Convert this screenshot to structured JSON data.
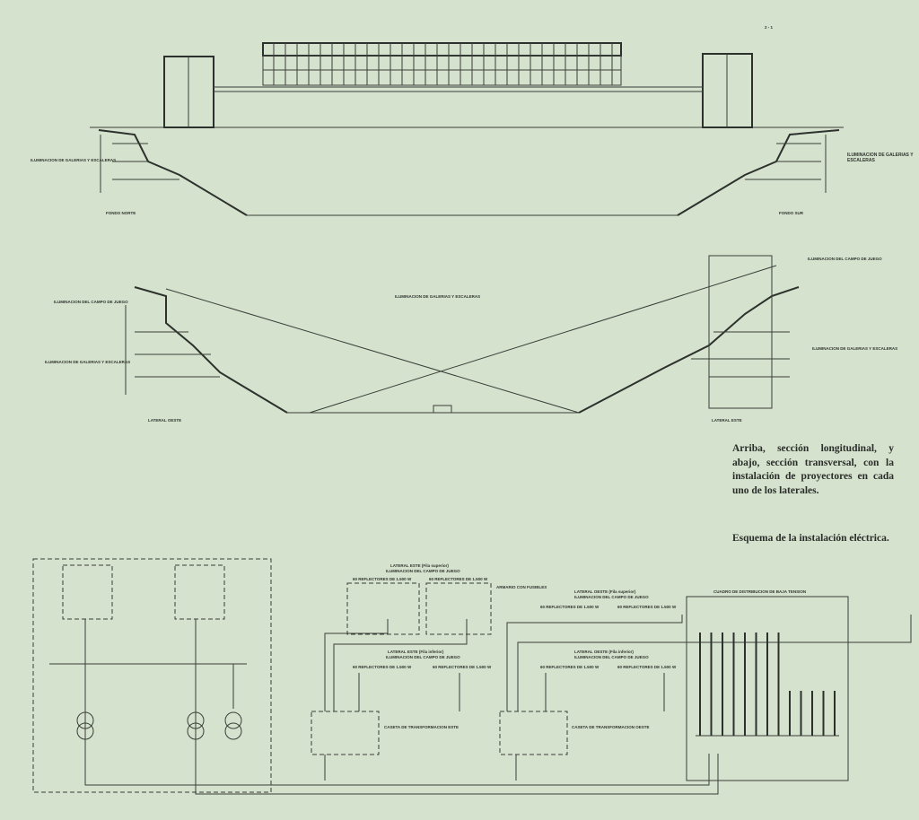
{
  "page_marker": "2 - 1",
  "longitudinal_section": {
    "left_label": "FONDO NORTE",
    "right_label": "FONDO SUR",
    "side_note_left": "ILUMINACION DE GALERIAS Y ESCALERAS",
    "side_note_right": "ILUMINACION DE GALERIAS Y ESCALERAS"
  },
  "transverse_section": {
    "left_label": "LATERAL OESTE",
    "right_label": "LATERAL ESTE",
    "left_note_top": "ILUMINACION DEL CAMPO DE JUEGO",
    "left_note_bottom": "ILUMINACION DE GALERIAS Y ESCALERAS",
    "right_note_top": "ILUMINACION DEL CAMPO DE JUEGO",
    "right_note_bottom": "ILUMINACION DE GALERIAS Y ESCALERAS",
    "center_note": "ILUMINACION DE GALERIAS Y ESCALERAS"
  },
  "captions": {
    "sections": "Arriba, sección longitudinal, y abajo, sección transversal, con la instalación de proyectores en cada uno de los laterales.",
    "electrical": "Esquema de la instalación eléctrica."
  },
  "electrical": {
    "groups": [
      {
        "title": "LATERAL ESTE (Fila superior)",
        "subtitle": "ILUMINACION DEL CAMPO DE JUEGO",
        "a": "60 REFLECTORES DE 1.500 W",
        "b": "60 REFLECTORES DE 1.500 W"
      },
      {
        "title": "LATERAL OESTE (Fila superior)",
        "subtitle": "ILUMINACION DEL CAMPO DE JUEGO",
        "a": "60 REFLECTORES DE 1.500 W",
        "b": "60 REFLECTORES DE 1.500 W"
      },
      {
        "title": "LATERAL ESTE (Fila inferior)",
        "subtitle": "ILUMINACION DEL CAMPO DE JUEGO",
        "a": "60 REFLECTORES DE 1.500 W",
        "b": "60 REFLECTORES DE 1.500 W"
      },
      {
        "title": "LATERAL OESTE (Fila inferior)",
        "subtitle": "ILUMINACION DEL CAMPO DE JUEGO",
        "a": "60 REFLECTORES DE 1.500 W",
        "b": "60 REFLECTORES DE 1.500 W"
      }
    ],
    "fuse_note": "ARMARIO CON FUSIBLES",
    "distribution_board": "CUADRO DE DISTRIBUCION DE BAJA TENSION",
    "transformer_east": "CASETA DE TRANSFORMACION ESTE",
    "transformer_west": "CASETA DE TRANSFORMACION OESTE"
  }
}
